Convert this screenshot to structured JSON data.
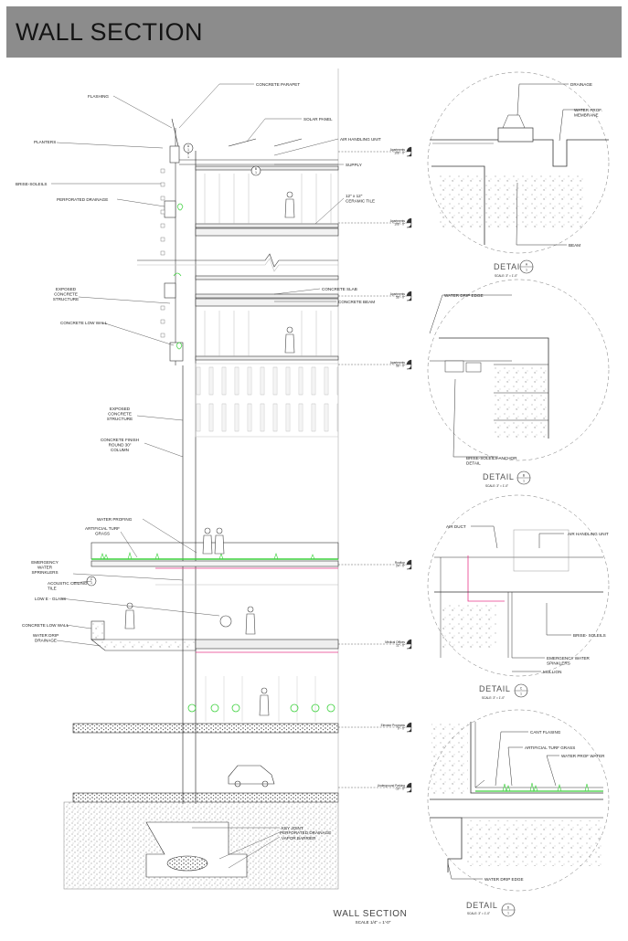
{
  "title": "WALL SECTION",
  "footer": {
    "title": "WALL SECTION",
    "scale": "SCALE 1/4\" = 1'-0\""
  },
  "colors": {
    "banner": "#8c8c8c",
    "turf": "#3bd13b",
    "duct": "#e8388a"
  },
  "labels_left": [
    {
      "id": "flashing",
      "text": "FLASHING"
    },
    {
      "id": "planters",
      "text": "PLANTERS"
    },
    {
      "id": "brise",
      "text": "BRISE-SOLEILS"
    },
    {
      "id": "perf-drainage",
      "text": "PERFORATED DRAINAGE"
    },
    {
      "id": "exposed-1",
      "text": "EXPOSED\nCONCRETE\nSTRUCTURE"
    },
    {
      "id": "low-wall-1",
      "text": "CONCRETE LOW WALL"
    },
    {
      "id": "exposed-2",
      "text": "EXPOSED\nCONCRETE\nSTRUCTURE"
    },
    {
      "id": "finish-column",
      "text": "CONCRETE FINISH\nROUND 30\"\nCOLUMN"
    },
    {
      "id": "water-profing",
      "text": "WATER PROFING"
    },
    {
      "id": "turf",
      "text": "ARTIFICIAL TURF\nGRASS"
    },
    {
      "id": "sprinklers",
      "text": "EMERGENCY\nWATER\nSPRINKLERS"
    },
    {
      "id": "ceiling-tile",
      "text": "ACOUSTIC CEILING\nTILE"
    },
    {
      "id": "low-e",
      "text": "LOW E - GLASS"
    },
    {
      "id": "low-wall-2",
      "text": "CONCRETE LOW WALL"
    },
    {
      "id": "drip-drainage",
      "text": "WATER DRIP\nDRAINAGE"
    }
  ],
  "labels_right": [
    {
      "id": "parapet",
      "text": "CONCRETE PARAPET"
    },
    {
      "id": "solar",
      "text": "SOLAR PANEL"
    },
    {
      "id": "ahu",
      "text": "AIR HANDLING UNIT"
    },
    {
      "id": "supply",
      "text": "SUPPLY"
    },
    {
      "id": "tile",
      "text": "12\" x 12\"\nCERAMIC TILE"
    },
    {
      "id": "slab",
      "text": "CONCRETE SLAB"
    },
    {
      "id": "beam",
      "text": "CONCRETE BEAM"
    },
    {
      "id": "key-joint",
      "text": "KEY JOINT"
    },
    {
      "id": "perf-drainage-b",
      "text": "PERFORATED DRAINAGE"
    },
    {
      "id": "vapor",
      "text": "VAPOR BARRIER"
    }
  ],
  "levels": [
    {
      "id": "l1",
      "text": "Apartments\n106' - 0\""
    },
    {
      "id": "l2",
      "text": "Apartments\n106' - 0\""
    },
    {
      "id": "l3",
      "text": "Apartments\n56' - 0\""
    },
    {
      "id": "l4",
      "text": "Apartments\n56' - 0\""
    },
    {
      "id": "l5",
      "text": "Rooftop\n24' - 0\""
    },
    {
      "id": "l6",
      "text": "Medical Offices\n12' - 0\""
    },
    {
      "id": "l7",
      "text": "Elevator Programs\n0' - 0\""
    },
    {
      "id": "l8",
      "text": "Underground Parking\n-10' - 0\""
    }
  ],
  "details": [
    {
      "id": "a1",
      "title": "DETAIL",
      "scale": "SCALE: 3\" = 1'-0\"",
      "mark_top": "A",
      "mark_bottom": "1",
      "labels": [
        {
          "id": "drainage",
          "text": "DRAINAGE"
        },
        {
          "id": "membrane",
          "text": "WATER PROF.\nMEMBRANE"
        },
        {
          "id": "beam",
          "text": "BEAM"
        }
      ]
    },
    {
      "id": "b1",
      "title": "DETAIL",
      "scale": "SCALE: 3\" = 1'-0\"",
      "mark_top": "B",
      "mark_bottom": "1",
      "labels": [
        {
          "id": "drip-edge",
          "text": "WATER DRIP EDGE"
        },
        {
          "id": "anchor",
          "text": "BRISE-SOLEILS ANCHOR\nDETAIL"
        }
      ]
    },
    {
      "id": "c1",
      "title": "DETAIL",
      "scale": "SCALE: 3\" = 1'-0\"",
      "mark_top": "C",
      "mark_bottom": "1",
      "labels": [
        {
          "id": "ahu",
          "text": "AIR HANDLING UNIT"
        },
        {
          "id": "air-duct",
          "text": "AIR DUCT"
        },
        {
          "id": "brise",
          "text": "BRISE- SOLEILS"
        },
        {
          "id": "sprinklers",
          "text": "EMERGENCY WATER\nSPINKLERS"
        },
        {
          "id": "mullion",
          "text": "MULLION"
        }
      ]
    },
    {
      "id": "d1",
      "title": "DETAIL",
      "scale": "SCALE: 3\" = 1'-0\"",
      "mark_top": "D",
      "mark_bottom": "1",
      "labels": [
        {
          "id": "cant",
          "text": "CANT FLASING"
        },
        {
          "id": "turf",
          "text": "ARTIFICIAL TURF GRASS"
        },
        {
          "id": "wpw",
          "text": "WATER PROF WATER"
        },
        {
          "id": "drip",
          "text": "WATER DRIP EDGE"
        }
      ]
    }
  ],
  "bubbles": [
    {
      "id": "bA",
      "top": "A",
      "bottom": "1"
    },
    {
      "id": "bB",
      "top": "B",
      "bottom": "1"
    },
    {
      "id": "bC",
      "top": "C",
      "bottom": "1"
    },
    {
      "id": "bD",
      "top": "D",
      "bottom": "1"
    }
  ]
}
